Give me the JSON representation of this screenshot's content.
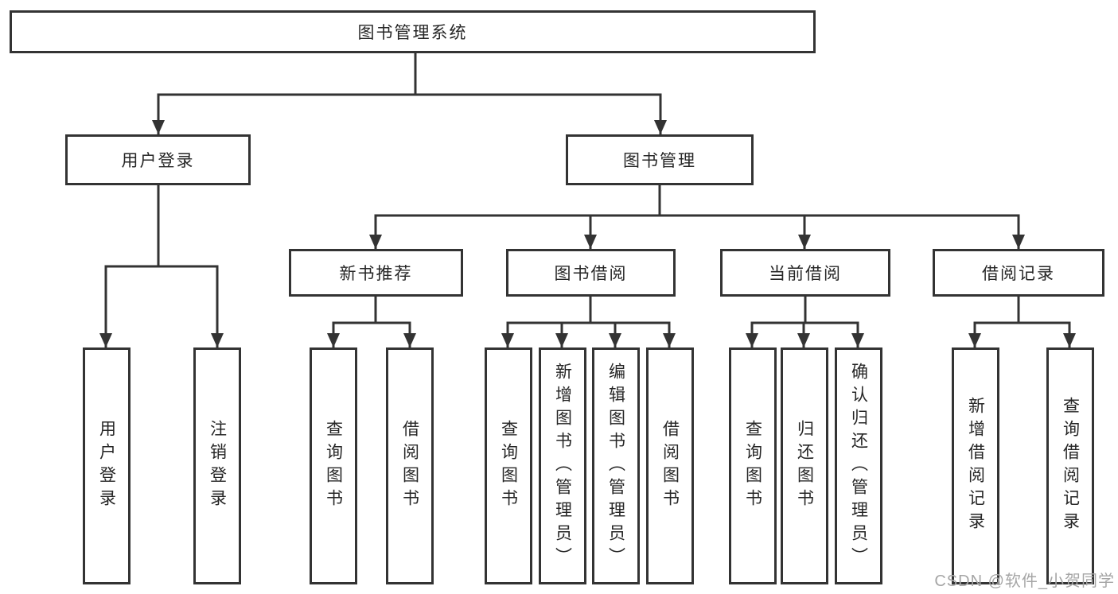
{
  "diagram": {
    "title": "图书管理系统",
    "root": {
      "label": "图书管理系统"
    },
    "level2": [
      {
        "label": "用户登录"
      },
      {
        "label": "图书管理"
      }
    ],
    "level3": [
      {
        "label": "新书推荐"
      },
      {
        "label": "图书借阅"
      },
      {
        "label": "当前借阅"
      },
      {
        "label": "借阅记录"
      }
    ],
    "leaves": {
      "user_login": [
        "用户登录",
        "注销登录"
      ],
      "new_books": [
        "查询图书",
        "借阅图书"
      ],
      "book_borrow": [
        "查询图书",
        "新增图书（管理员）",
        "编辑图书（管理员）",
        "借阅图书"
      ],
      "current_borrow": [
        "查询图书",
        "归还图书",
        "确认归还（管理员）"
      ],
      "borrow_records": [
        "新增借阅记录",
        "查询借阅记录"
      ]
    }
  },
  "watermark": {
    "text": "CSDN @软件_小贺同学"
  },
  "colors": {
    "line": "#333333",
    "box_border": "#333333",
    "text": "#262626",
    "background": "#ffffff",
    "watermark": "#a6a6a6"
  }
}
